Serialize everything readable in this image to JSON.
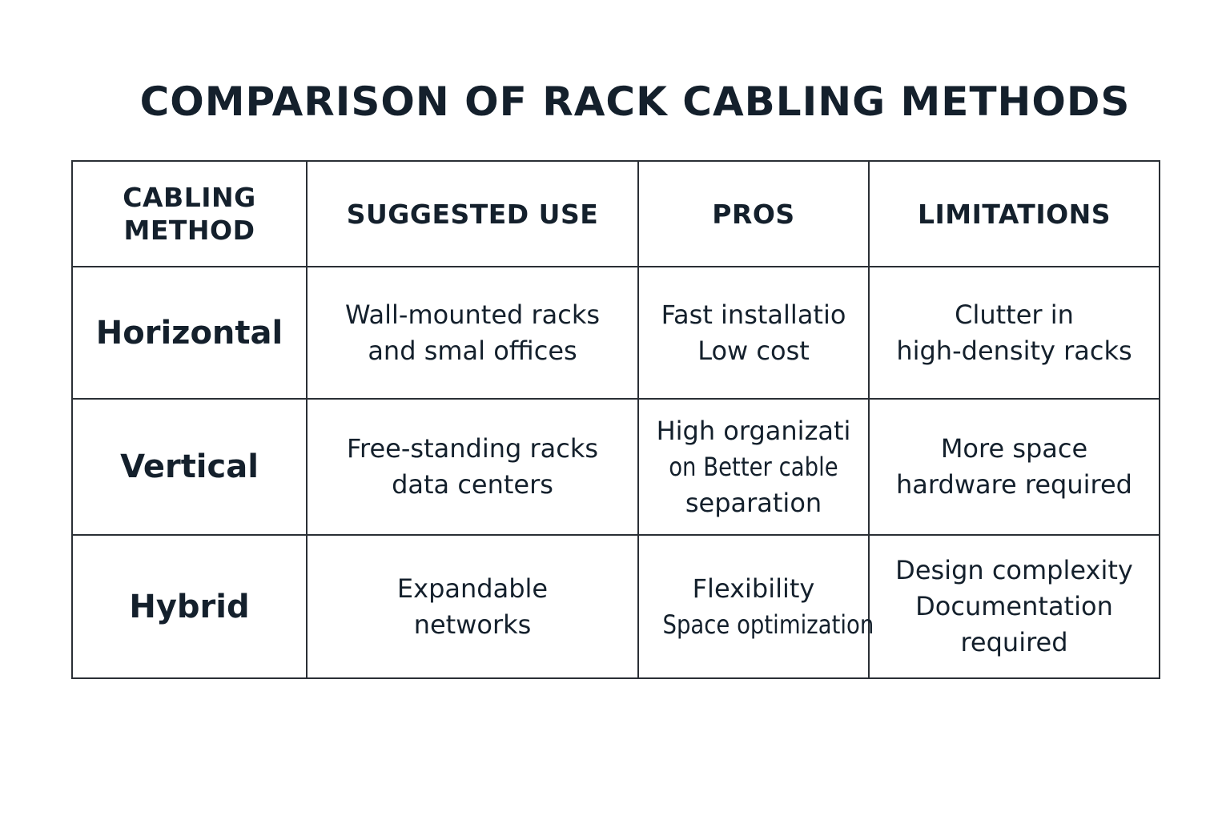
{
  "title": "COMPARISON OF RACK CABLING METHODS",
  "table": {
    "headers": [
      [
        "CABLING",
        "METHOD"
      ],
      [
        "SUGGESTED USE"
      ],
      [
        "PROS"
      ],
      [
        "LIMITATIONS"
      ]
    ],
    "rows": [
      {
        "method": "Horizontal",
        "suggested_use": [
          "Wall-mounted racks",
          "and smal offices"
        ],
        "pros": [
          "Fast installatio",
          "Low cost"
        ],
        "limitations": [
          "Clutter in",
          "high-density racks"
        ]
      },
      {
        "method": "Vertical",
        "suggested_use": [
          "Free-standing racks",
          "data centers"
        ],
        "pros": [
          "High organizati",
          "on  Better cable",
          "separation"
        ],
        "limitations": [
          "More space",
          "hardware required"
        ]
      },
      {
        "method": "Hybrid",
        "suggested_use": [
          "Expandable",
          "networks"
        ],
        "pros": [
          "Flexibility",
          "Space optimization"
        ],
        "limitations": [
          "Design complexity",
          "Documentation",
          "required"
        ]
      }
    ]
  }
}
